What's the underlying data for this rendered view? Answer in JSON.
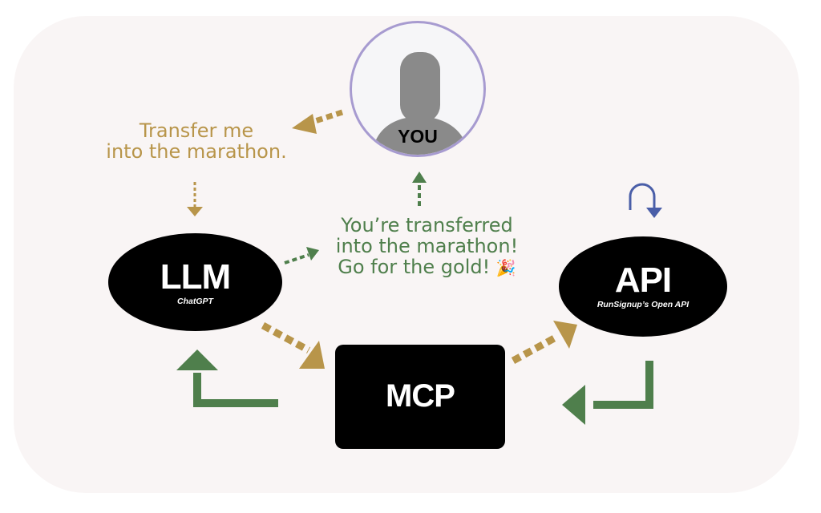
{
  "diagram": {
    "colors": {
      "background": "#f9f5f5",
      "request_gold": "#b8954a",
      "response_green": "#4f7f4c",
      "loop_blue": "#4a5ea8",
      "you_ring": "#a79bd0",
      "node_fill": "#000000",
      "avatar_gray": "#8a8a8a"
    },
    "you": {
      "label": "YOU",
      "icon": "user-silhouette-icon"
    },
    "user_message": {
      "line1": "Transfer me",
      "line2": "into the marathon."
    },
    "reply_message": {
      "line1": "You’re transferred",
      "line2": "into the marathon!",
      "line3": "Go for the gold!",
      "emoji": "🎉",
      "emoji_icon": "party-popper-icon"
    },
    "nodes": {
      "llm": {
        "title": "LLM",
        "subtitle": "ChatGPT"
      },
      "api": {
        "title": "API",
        "subtitle": "RunSignup’s Open API"
      },
      "mcp": {
        "title": "MCP"
      }
    },
    "edges": [
      {
        "from": "you",
        "to": "user_message",
        "style": "dashed",
        "color": "gold"
      },
      {
        "from": "user_message",
        "to": "llm",
        "style": "dotted",
        "color": "gold"
      },
      {
        "from": "llm",
        "to": "mcp",
        "style": "dashed",
        "color": "gold"
      },
      {
        "from": "mcp",
        "to": "api",
        "style": "dashed",
        "color": "gold"
      },
      {
        "from": "api",
        "to": "api",
        "style": "loop",
        "color": "blue"
      },
      {
        "from": "api",
        "to": "mcp",
        "style": "solid-elbow",
        "color": "green"
      },
      {
        "from": "mcp",
        "to": "llm",
        "style": "solid-elbow",
        "color": "green"
      },
      {
        "from": "llm",
        "to": "reply_message",
        "style": "dotted",
        "color": "green"
      },
      {
        "from": "reply_message",
        "to": "you",
        "style": "dotted",
        "color": "green"
      }
    ]
  }
}
